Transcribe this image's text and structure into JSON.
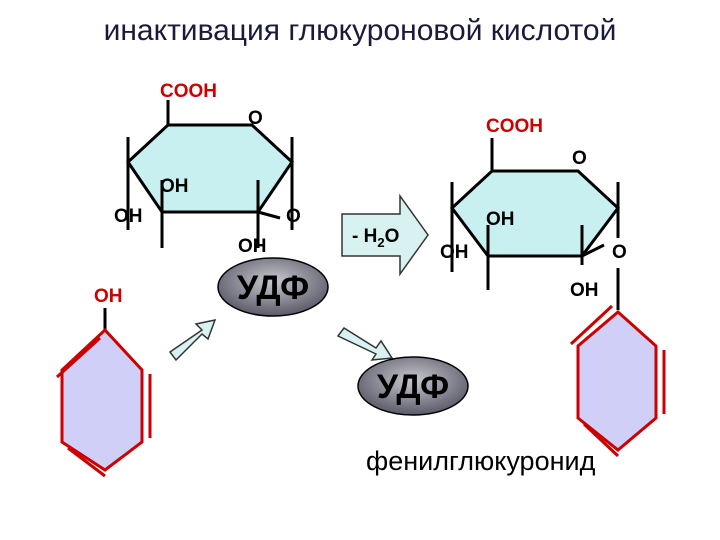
{
  "title": "инактивация глюкуроновой кислотой",
  "colors": {
    "ring_fill": "#c9f0f0",
    "benzene_fill": "#cfcff8",
    "benzene_stroke": "#cc0000",
    "ellipse_fill": "#8a8a98",
    "arrow_fill": "#d8f2f2"
  },
  "left_molecule": {
    "cooh": "COOH",
    "ring_o": "O",
    "oh_top": "OH",
    "oh_left": "OH",
    "o_right": "O",
    "oh_bottom": "OH"
  },
  "phenol_oh": "OH",
  "udf_left": "УДФ",
  "reaction_arrow": {
    "minus": "- H",
    "subscript": "2",
    "o": "O"
  },
  "right_molecule": {
    "cooh": "COOH",
    "ring_o": "O",
    "oh_top": "OH",
    "oh_left": "OH",
    "o_right": "O",
    "oh_bottom": "OH"
  },
  "udf_bottom": "УДФ",
  "product_label": "фенилглюкуронид"
}
